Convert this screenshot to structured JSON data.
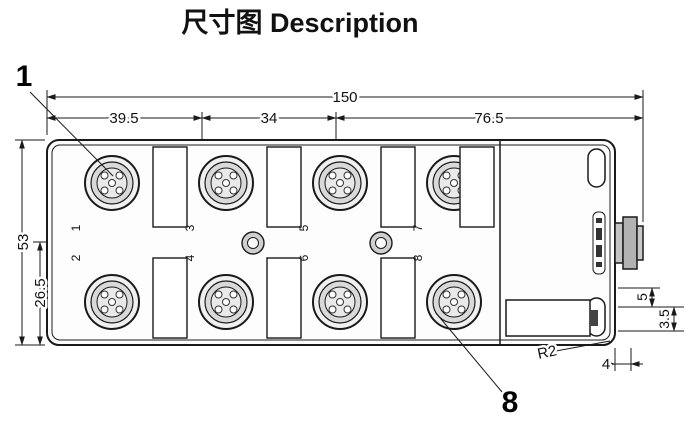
{
  "title": "尺寸图 Description",
  "drawing": {
    "callout_first_port": "1",
    "callout_last_port": "8",
    "dimensions": {
      "total_length": "150",
      "segment_1": "39.5",
      "segment_2": "34",
      "segment_3": "76.5",
      "height": "53",
      "half_height": "26.5",
      "step_small": "5",
      "step_tiny": "3.5",
      "corner_radius": "R2",
      "edge_offset": "4"
    },
    "port_numbers": [
      "1",
      "2",
      "3",
      "4",
      "5",
      "6",
      "7",
      "8"
    ]
  }
}
